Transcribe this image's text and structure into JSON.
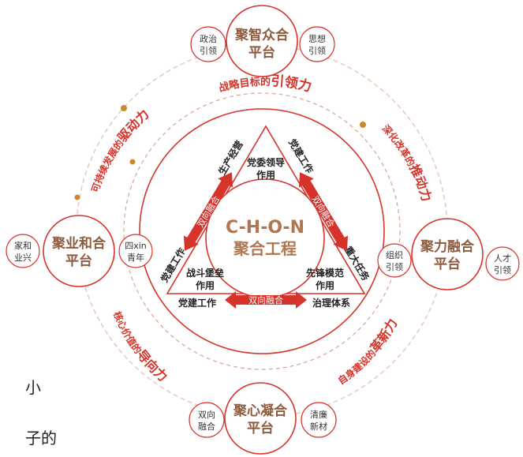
{
  "colors": {
    "red": "#d6332b",
    "brown": "#8c5a3c",
    "gold": "#c98a2e",
    "center": "#b07650"
  },
  "center": {
    "line1": "C-H-O-N",
    "line2": "聚合工程"
  },
  "hubs": {
    "top": {
      "line1": "聚智众合",
      "line2": "平台",
      "left": [
        "政治",
        "引领"
      ],
      "right": [
        "思想",
        "引领"
      ]
    },
    "left": {
      "line1": "聚业和合",
      "line2": "平台",
      "left": [
        "家和",
        "业兴"
      ],
      "right": [
        "四xin",
        "青年"
      ]
    },
    "right": {
      "line1": "聚力融合",
      "line2": "平台",
      "left": [
        "组织",
        "引领"
      ],
      "right": [
        "人才",
        "引领"
      ]
    },
    "bottom": {
      "line1": "聚心凝合",
      "line2": "平台",
      "left": [
        "双向",
        "融合"
      ],
      "right": [
        "清廉",
        "新材"
      ]
    }
  },
  "arcs": {
    "top": {
      "pre": "战略目标的",
      "big": "引领力"
    },
    "upper_left": {
      "pre": "可持续发展的",
      "big": "驱动力"
    },
    "upper_right": {
      "pre": "深化改革的",
      "big": "推动力"
    },
    "lower_left": {
      "pre": "核心价值的",
      "big": "导向力"
    },
    "lower_right": {
      "pre": "自身建设的",
      "big": "革新力"
    }
  },
  "triangle": {
    "left_edge_top": "生产经营",
    "right_edge_top": "党建工作",
    "top_inner": [
      "党委领导",
      "作用"
    ],
    "left_edge_bottom": "党建工作",
    "right_edge_bottom": "重大任务",
    "bottom_left_inner": [
      "战斗堡垒",
      "作用"
    ],
    "bottom_right_inner": [
      "先锋模范",
      "作用"
    ],
    "bottom_left_base": "党建工作",
    "bottom_right_base": "治理体系"
  },
  "arrows": {
    "left": "双向融合",
    "right": "双向融合",
    "bottom": "双向融合"
  },
  "fragments": [
    "小",
    "子的"
  ]
}
